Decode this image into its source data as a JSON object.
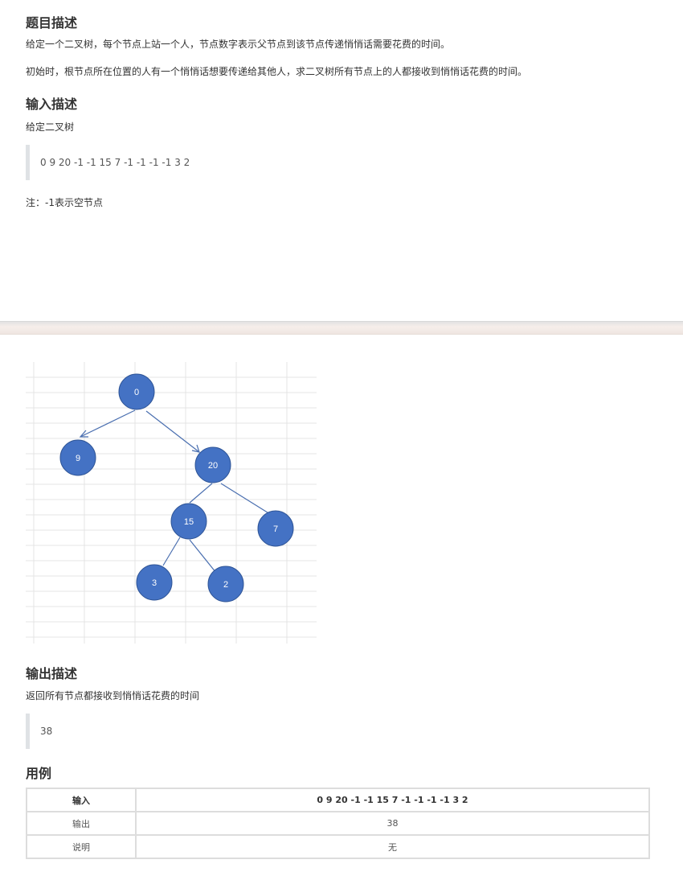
{
  "problem": {
    "heading": "题目描述",
    "para1": "给定一个二叉树，每个节点上站一个人，节点数字表示父节点到该节点传递悄悄话需要花费的时间。",
    "para2": "初始时，根节点所在位置的人有一个悄悄话想要传递给其他人，求二叉树所有节点上的人都接收到悄悄话花费的时间。"
  },
  "input": {
    "heading": "输入描述",
    "text": "给定二叉树",
    "sample": "0 9 20 -1 -1 15 7 -1 -1 -1 -1 3 2",
    "note": "注：-1表示空节点"
  },
  "tree": {
    "colors": {
      "node_fill": "#4472c4",
      "node_stroke": "#2f5597",
      "edge": "#4a6fb0",
      "grid": "#e4e4e4"
    },
    "nodes": [
      {
        "id": "n0",
        "label": "0"
      },
      {
        "id": "n9",
        "label": "9"
      },
      {
        "id": "n20",
        "label": "20"
      },
      {
        "id": "n15",
        "label": "15"
      },
      {
        "id": "n7",
        "label": "7"
      },
      {
        "id": "n3",
        "label": "3"
      },
      {
        "id": "n2",
        "label": "2"
      }
    ]
  },
  "output": {
    "heading": "输出描述",
    "text": "返回所有节点都接收到悄悄话花费的时间",
    "sample": "38"
  },
  "example": {
    "heading": "用例",
    "rows": [
      {
        "label": "输入",
        "value": "0 9 20 -1 -1 15 7 -1 -1 -1 -1 3 2"
      },
      {
        "label": "输出",
        "value": "38"
      },
      {
        "label": "说明",
        "value": "无"
      }
    ]
  }
}
